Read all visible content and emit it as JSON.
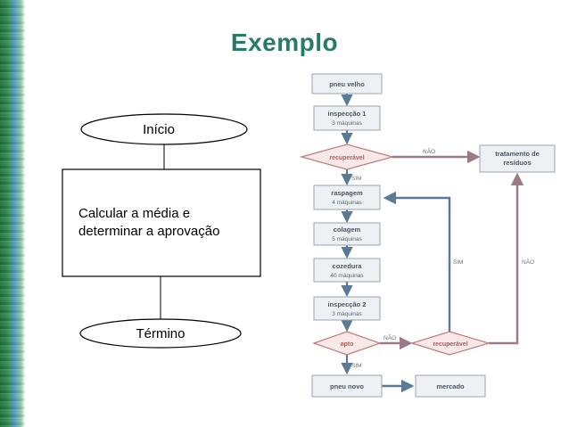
{
  "slide": {
    "title": "Exemplo"
  },
  "left_flowchart": {
    "start_label": "Início",
    "process_line1": "Calcular a média e",
    "process_line2": "determinar a aprovação",
    "end_label": "Término"
  },
  "process_diagram": {
    "steps": [
      {
        "title": "pneu velho",
        "subtitle": ""
      },
      {
        "title": "inspecção 1",
        "subtitle": "3 máquinas"
      },
      {
        "title": "raspagem",
        "subtitle": "4 máquinas"
      },
      {
        "title": "colagem",
        "subtitle": "5 máquinas"
      },
      {
        "title": "cozedura",
        "subtitle": "40 máquinas"
      },
      {
        "title": "inspecção 2",
        "subtitle": "3 máquinas"
      },
      {
        "title": "pneu novo",
        "subtitle": ""
      }
    ],
    "decisions": {
      "recuperavel_1": "recuperável",
      "apto": "apto",
      "recuperavel_2": "recuperável"
    },
    "side_boxes": {
      "tratamento_line1": "tratamento de",
      "tratamento_line2": "resíduos",
      "mercado": "mercado"
    },
    "edge_labels": {
      "nao_1": "NÃO",
      "sim_1": "SIM",
      "sim_2": "SIM",
      "nao_2": "NÃO",
      "nao_3": "NÃO",
      "sim_3": "SIM"
    }
  },
  "colors": {
    "title": "#2a7a6a",
    "arrow_blue": "#5a7a96",
    "arrow_red": "#9a7a88"
  }
}
